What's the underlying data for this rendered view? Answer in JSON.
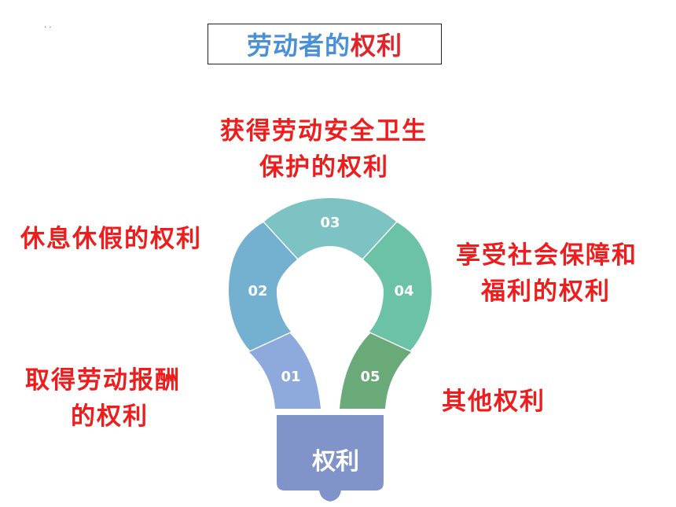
{
  "title": {
    "part1": "劳动者的",
    "part2": "权利"
  },
  "bulb": {
    "base_label": "权利",
    "segments": [
      {
        "num": "01",
        "color": "#8ea9db"
      },
      {
        "num": "02",
        "color": "#74b0d0"
      },
      {
        "num": "03",
        "color": "#7dc3c3"
      },
      {
        "num": "04",
        "color": "#6cc2a6"
      },
      {
        "num": "05",
        "color": "#6aaa78"
      }
    ],
    "base_color": "#8094c9"
  },
  "labels": {
    "top_line1": "获得劳动安全卫生",
    "top_line2": "保护的权利",
    "left_upper": "休息休假的权利",
    "left_lower_line1": "取得劳动报酬",
    "left_lower_line2": "的权利",
    "right_upper_line1": "享受社会保障和",
    "right_upper_line2": "福利的权利",
    "right_lower": "其他权利"
  },
  "colors": {
    "label_red": "#ee1c1c",
    "title_blue": "#4a90d6",
    "title_red": "#e0242a"
  }
}
